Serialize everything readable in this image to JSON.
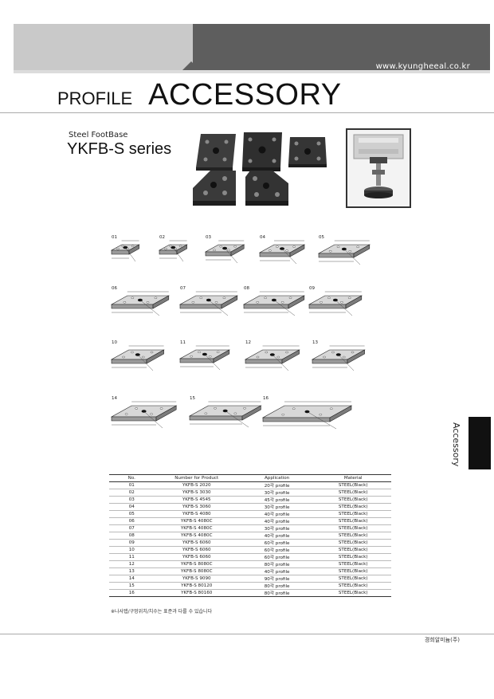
{
  "header": {
    "url": "www.kyungheeal.co.kr",
    "title_small": "PROFILE",
    "title_big": "ACCESSORY"
  },
  "product": {
    "subtitle": "Steel FootBase",
    "series": "YKFB-S series"
  },
  "drawing_labels": [
    "01",
    "02",
    "03",
    "04",
    "05",
    "06",
    "07",
    "08",
    "09",
    "10",
    "11",
    "12",
    "13",
    "14",
    "15",
    "16"
  ],
  "side_tab": {
    "label": "Accessory"
  },
  "table": {
    "headers": [
      "No.",
      "Number for Product",
      "Application",
      "Material"
    ],
    "rows": [
      [
        "01",
        "YKFB-S 2020",
        "20각 profile",
        "STEEL(Black)"
      ],
      [
        "02",
        "YKFB-S 3030",
        "30각 profile",
        "STEEL(Black)"
      ],
      [
        "03",
        "YKFB-S 4545",
        "45각 profile",
        "STEEL(Black)"
      ],
      [
        "04",
        "YKFB-S 3060",
        "30각 profile",
        "STEEL(Black)"
      ],
      [
        "05",
        "YKFB-S 4080",
        "40각 profile",
        "STEEL(Black)"
      ],
      [
        "06",
        "YKFB-S 4080C",
        "40각 profile",
        "STEEL(Black)"
      ],
      [
        "07",
        "YKFB-S 4080C",
        "30각 profile",
        "STEEL(Black)"
      ],
      [
        "08",
        "YKFB-S 4080C",
        "40각 profile",
        "STEEL(Black)"
      ],
      [
        "09",
        "YKFB-S 6060",
        "60각 profile",
        "STEEL(Black)"
      ],
      [
        "10",
        "YKFB-S 6060",
        "60각 profile",
        "STEEL(Black)"
      ],
      [
        "11",
        "YKFB-S 6060",
        "60각 profile",
        "STEEL(Black)"
      ],
      [
        "12",
        "YKFB-S 8080C",
        "80각 profile",
        "STEEL(Black)"
      ],
      [
        "13",
        "YKFB-S 8080C",
        "40각 profile",
        "STEEL(Black)"
      ],
      [
        "14",
        "YKFB-S 9090",
        "90각 profile",
        "STEEL(Black)"
      ],
      [
        "15",
        "YKFB-S 80120",
        "80각 profile",
        "STEEL(Black)"
      ],
      [
        "16",
        "YKFB-S 80160",
        "80각 profile",
        "STEEL(Black)"
      ]
    ]
  },
  "note": "※나사탭/구멍위치/치수는 표준과 다를 수 있습니다",
  "footer": {
    "company": "경희알미늄(주)"
  },
  "colors": {
    "header_dark": "#5e5e5e",
    "header_light": "#c9c9c9",
    "tab": "#111111"
  }
}
